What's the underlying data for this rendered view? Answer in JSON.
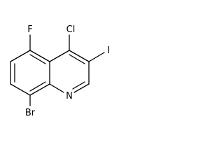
{
  "structure": {
    "atom_labels": {
      "fluorine": "F",
      "chlorine": "Cl",
      "iodine": "I",
      "nitrogen": "N",
      "bromine": "Br"
    }
  }
}
